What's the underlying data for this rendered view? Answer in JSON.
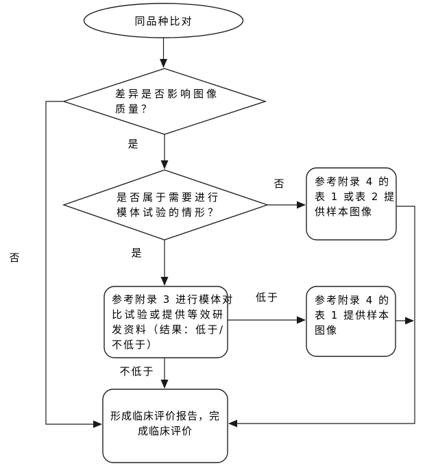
{
  "diagram": {
    "kind": "flowchart",
    "colors": {
      "stroke": "#222222",
      "fill": "#ffffff",
      "text": "#000000"
    },
    "nodes": {
      "start": {
        "label": "同品种比对"
      },
      "decision_image_quality": {
        "lines": [
          "差异是否影响图像",
          "质量？"
        ]
      },
      "decision_phantom_needed": {
        "lines": [
          "是否属于需要进行",
          "模体试验的情形？"
        ]
      },
      "phantom_test": {
        "lines": [
          "参考附录 3 进行模体对",
          "比试验或提供等效研",
          "发资料（结果：低于/",
          "不低于）"
        ]
      },
      "sample_images_table1_or_2": {
        "lines": [
          "参考附录 4 的",
          "表 1 或表 2 提",
          "供样本图像"
        ]
      },
      "sample_images_table1": {
        "lines": [
          "参考附录 4 的",
          "表 1 提供样本",
          "图像"
        ]
      },
      "final_report": {
        "lines": [
          "形成临床评价报告，完",
          "成临床评价"
        ]
      }
    },
    "edge_labels": {
      "yes_1": "是",
      "yes_2": "是",
      "no_right": "否",
      "no_left": "否",
      "lower": "低于",
      "not_lower": "不低于"
    }
  }
}
